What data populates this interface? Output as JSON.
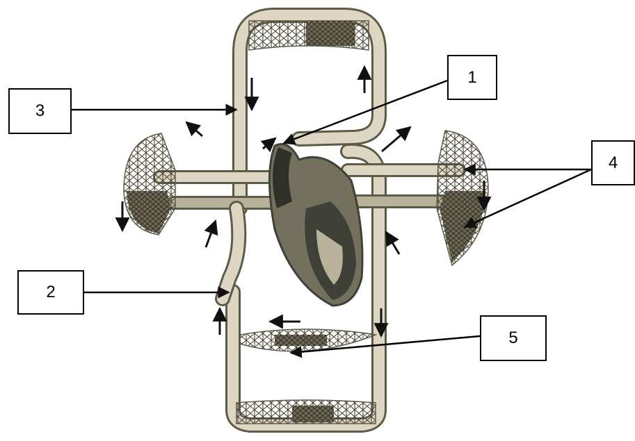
{
  "labels": {
    "label_1": "1",
    "label_2": "2",
    "label_3": "3",
    "label_4": "4",
    "label_5": "5"
  },
  "colors": {
    "vessel_outline": "#5e5a48",
    "vessel_fill": "#dcd6c2",
    "vessel_shade": "#b8b29a",
    "heart_dark": "#3f4038",
    "heart_mid": "#74705e",
    "capillary_net": "#4a4636",
    "arrow": "#111111",
    "box_border": "#000000"
  }
}
